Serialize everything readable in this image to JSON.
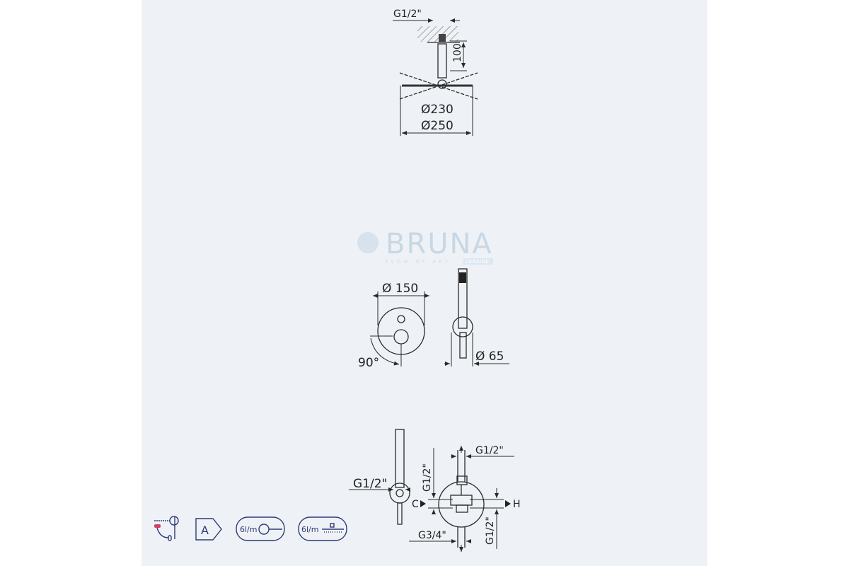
{
  "ceiling_shower": {
    "inlet_label": "G1/2\"",
    "arm_length": "100",
    "head_inner_diameter": "Ø230",
    "head_outer_diameter": "Ø250"
  },
  "watermark": {
    "brand": "BRUNA",
    "tagline": "FLOW OF ART",
    "badge": "UKRAINE"
  },
  "mixer_front": {
    "diameter": "Ø 150",
    "rotation": "90°"
  },
  "mixer_side": {
    "diameter": "Ø 65"
  },
  "connections": {
    "hand_shower_inlet": "G1/2\"",
    "top_outlet": "G1/2\"",
    "left_vertical": "G1/2\"",
    "right_vertical": "G1/2\"",
    "bottom_outlet": "G3/4\"",
    "cold": "C",
    "hot": "H"
  },
  "badges": {
    "energy_class": "A",
    "hand_flow": "6l/m",
    "head_flow": "6l/m"
  },
  "colors": {
    "panel": "#eef2f6",
    "line": "#2a2a2a",
    "badge": "#2d3a78"
  }
}
